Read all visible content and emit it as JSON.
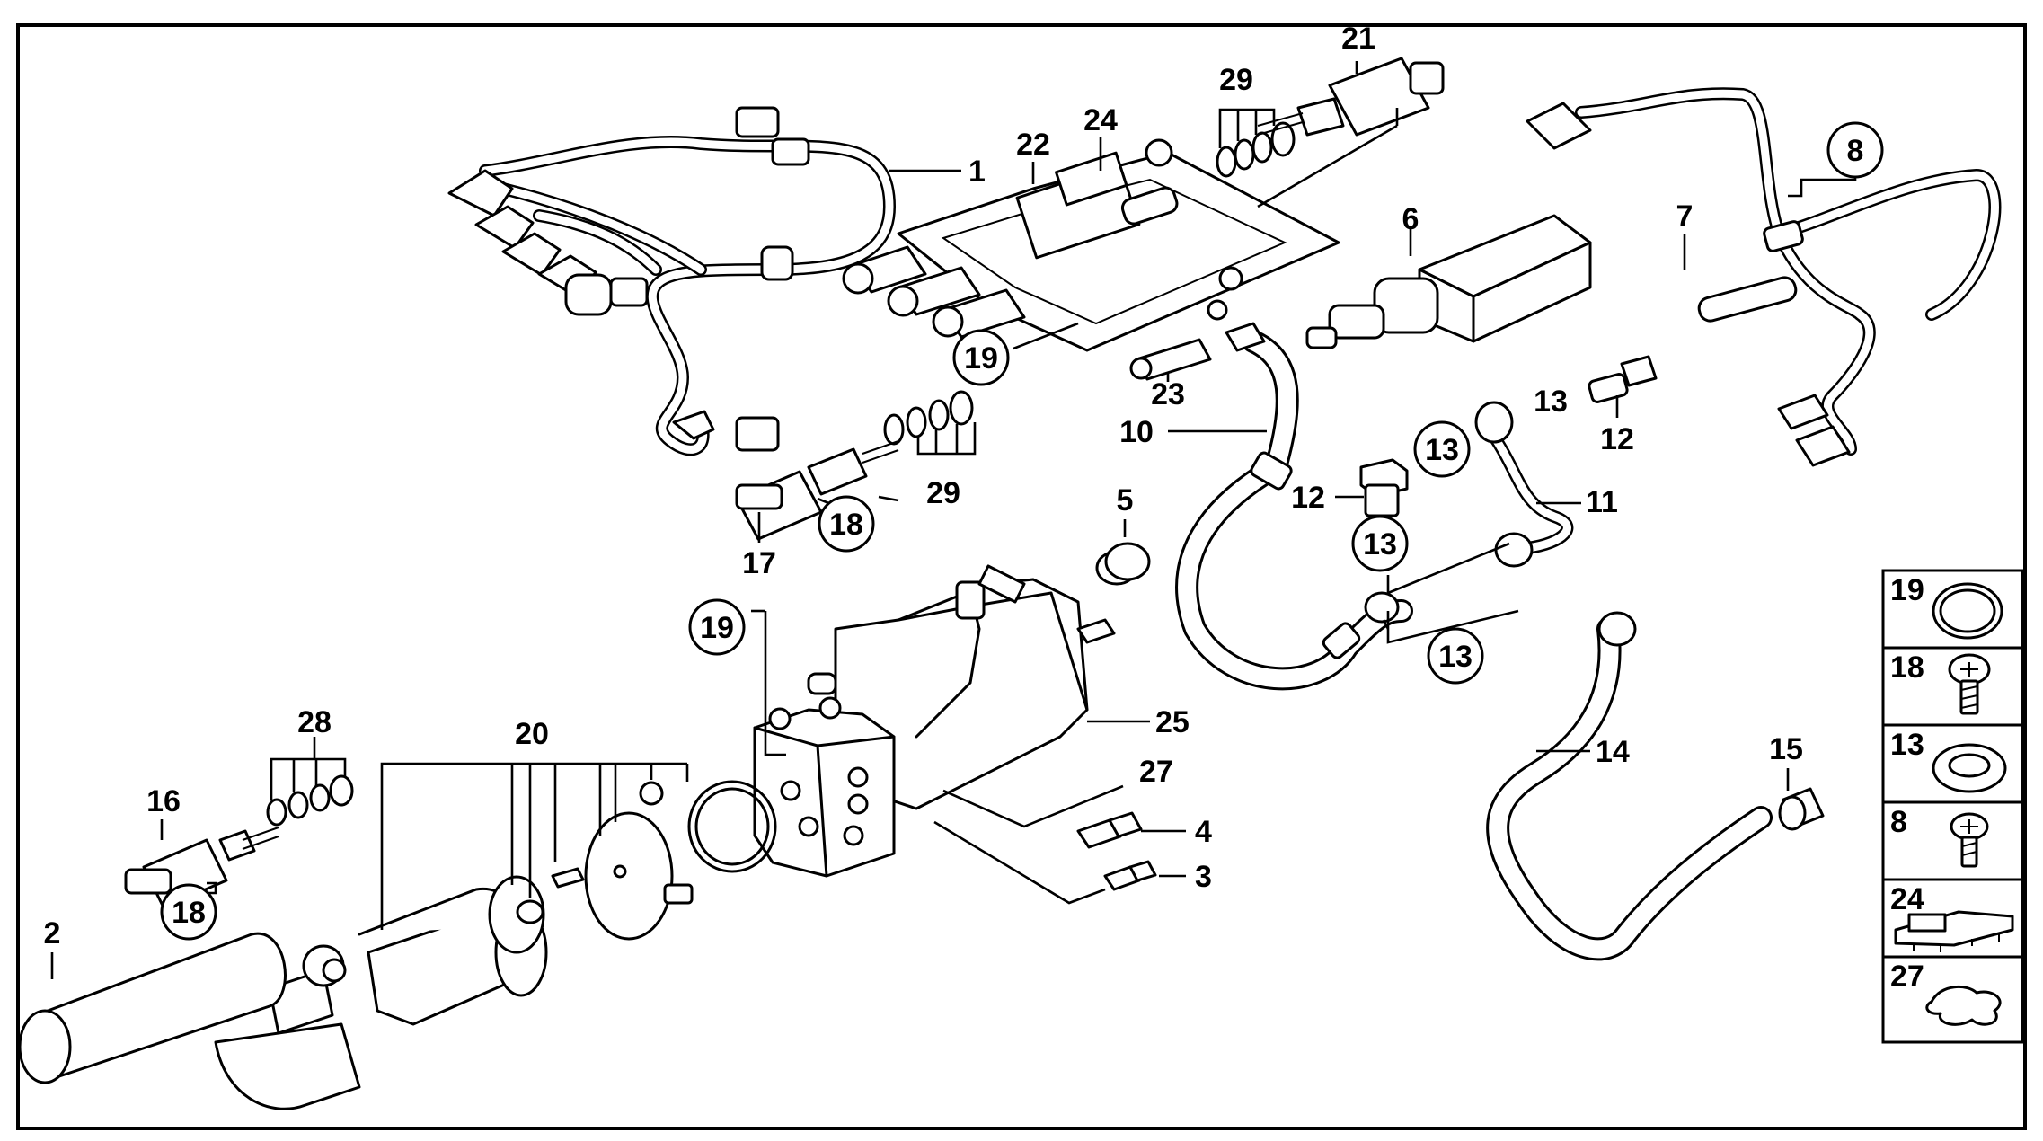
{
  "labels": {
    "l1": "1",
    "l2": "2",
    "l3": "3",
    "l4": "4",
    "l5": "5",
    "l6": "6",
    "l7": "7",
    "l8": "8",
    "l10": "10",
    "l11": "11",
    "l12a": "12",
    "l12b": "12",
    "l13a": "13",
    "l13b": "13",
    "l13c": "13",
    "l13d": "13",
    "l14": "14",
    "l15": "15",
    "l16": "16",
    "l17": "17",
    "l18a": "18",
    "l18b": "18",
    "l19a": "19",
    "l19b": "19",
    "l20": "20",
    "l21": "21",
    "l22": "22",
    "l23": "23",
    "l24": "24",
    "l25": "25",
    "l27": "27",
    "l28": "28",
    "l29a": "29",
    "l29b": "29"
  },
  "legend": [
    {
      "num": "19",
      "icon": "o-ring-icon"
    },
    {
      "num": "18",
      "icon": "screw-icon"
    },
    {
      "num": "13",
      "icon": "seal-washer-icon"
    },
    {
      "num": "8",
      "icon": "screw-icon"
    },
    {
      "num": "24",
      "icon": "bracket-icon"
    },
    {
      "num": "27",
      "icon": "gasket-icon"
    }
  ]
}
